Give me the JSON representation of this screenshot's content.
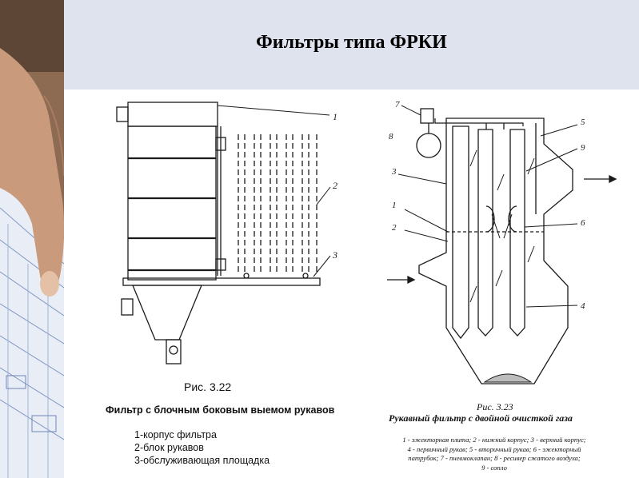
{
  "slide": {
    "title": "Фильтры типа ФРКИ"
  },
  "figure_left": {
    "number": "Рис. 3.22",
    "caption": "Фильтр с блочным боковым выемом рукавов",
    "callouts": [
      "1",
      "2",
      "3"
    ],
    "legend": [
      "1-корпус фильтра",
      "2-блок рукавов",
      "3-обслуживающая площадка"
    ]
  },
  "figure_right": {
    "number": "Рис. 3.23",
    "caption": "Рукавный фильтр с двойной очисткой газа",
    "callouts": [
      "7",
      "8",
      "3",
      "1",
      "2",
      "5",
      "9",
      "6",
      "4"
    ],
    "legend": [
      "1 - эжекторная плита; 2 - нижний корпус; 3 - верхний корпус;",
      "4 - первичный рукав; 5 - вторичный рукав; 6 - эжекторный",
      "патрубок; 7 - пневмоклапан; 8 - ресивер сжатого воздуха;",
      "9 - сопло"
    ]
  },
  "colors": {
    "header_band": "#dfe3ee",
    "line": "#1a1a1a"
  }
}
